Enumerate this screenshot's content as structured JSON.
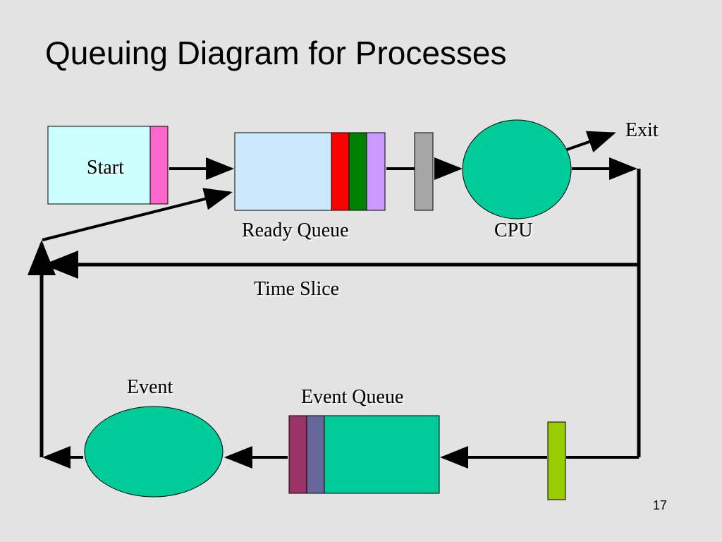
{
  "slide": {
    "title": "Queuing Diagram for Processes",
    "page_number": "17"
  },
  "labels": {
    "start": "Start",
    "exit": "Exit",
    "ready_queue": "Ready Queue",
    "cpu": "CPU",
    "time_slice": "Time Slice",
    "event": "Event",
    "event_queue": "Event Queue"
  },
  "colors": {
    "background": "#e3e3e3",
    "start_box": "#ccffff",
    "start_tab": "#ff66cc",
    "ready_queue_box": "#cce8fb",
    "ready_slot_1": "#ff0000",
    "ready_slot_2": "#008000",
    "ready_slot_3": "#cc99ff",
    "cpu_dispatch_bar": "#a6a6a6",
    "cpu_circle": "#00cc99",
    "event_circle": "#00cc99",
    "event_queue_box": "#00cc99",
    "event_slot_1": "#993366",
    "event_slot_2": "#666699",
    "event_wait_bar": "#99cc00"
  }
}
